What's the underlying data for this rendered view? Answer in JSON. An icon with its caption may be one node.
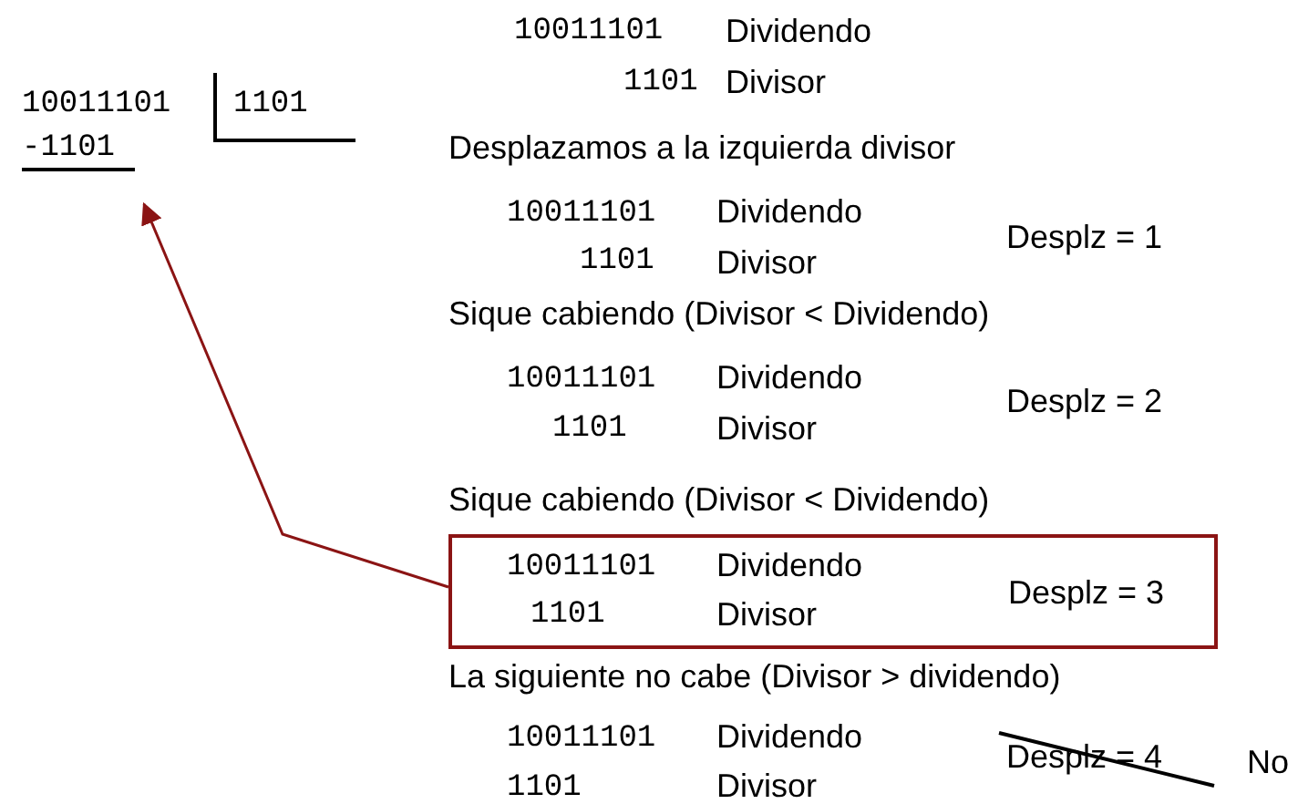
{
  "diagram": {
    "nodes": [
      {
        "text": [
          "-1101"
        ]
      },
      {
        "text": [
          "10011101",
          "Dividendo",
          "1101",
          "Divisor",
          "Desplz = 3"
        ]
      }
    ],
    "edges": [
      {
        "from": 1,
        "to": 0,
        "arrow": "to",
        "color": "#8b1414"
      }
    ],
    "labels": [
      "10011101",
      "Dividendo",
      "1101",
      "Divisor",
      "10011101",
      "1101",
      "Desplazamos a la izquierda divisor",
      "10011101",
      "Dividendo",
      "1101",
      "Divisor",
      "Desplz = 1",
      "Sique cabiendo (Divisor < Dividendo)",
      "10011101",
      "Dividendo",
      "1101",
      "Divisor",
      "Desplz = 2",
      "Sique cabiendo (Divisor < Dividendo)",
      "La siguiente no cabe (Divisor > dividendo)",
      "10011101",
      "Dividendo",
      "1101",
      "Divisor",
      "Desplz = 4",
      "No"
    ]
  }
}
